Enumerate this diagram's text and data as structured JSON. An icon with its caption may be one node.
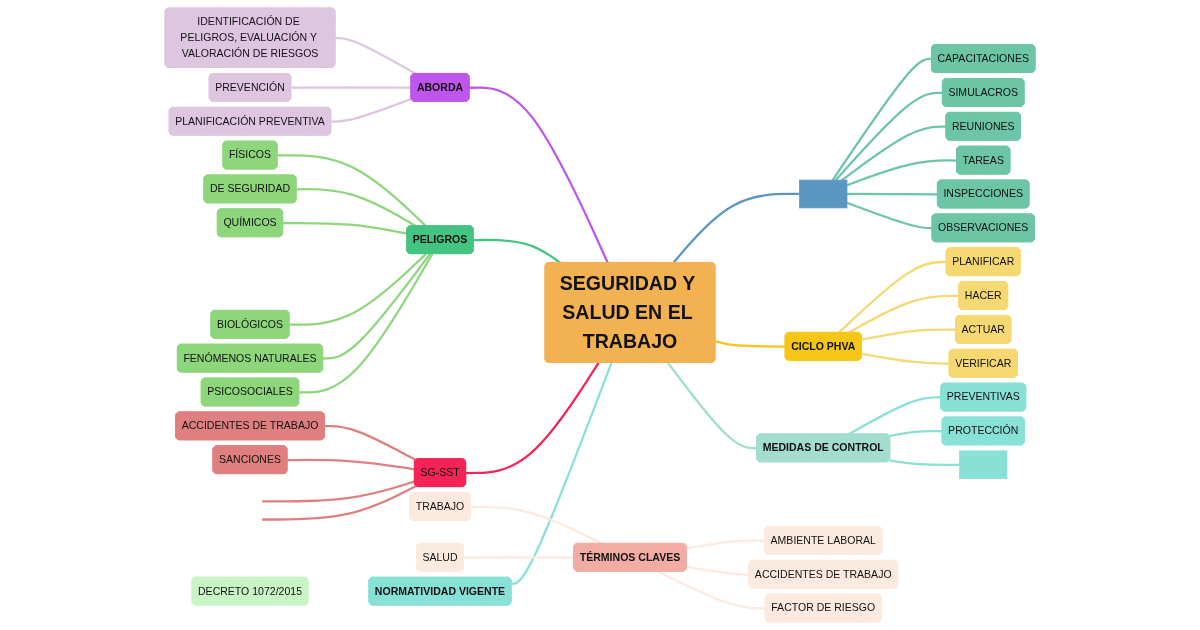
{
  "diagram": {
    "nodes": [
      {
        "text": [],
        "shape": "box"
      },
      {
        "text": [
          "IDENTIFICACIÓN DE PELIGROS, EVALUACIÓN Y VALORACIÓN DE RIESGOS"
        ]
      },
      {
        "text": [
          "CAPACITACIONES"
        ]
      },
      {
        "text": [
          "SIMULACROS"
        ]
      },
      {
        "text": [
          "REUNIONES"
        ]
      },
      {
        "text": [
          "PREVENCIÓN"
        ]
      },
      {
        "text": [
          "TAREAS"
        ]
      },
      {
        "text": [
          "NORMATIVIDAD VIGENTE"
        ]
      },
      {
        "text": [
          "ABORDA"
        ]
      },
      {
        "text": [
          "DECRETO 1072/2015"
        ]
      },
      {
        "text": [
          "INSPECCIONES"
        ]
      },
      {
        "text": [
          "OBSERVACIONES"
        ]
      },
      {
        "text": [
          "PLANIFICACIÓN PREVENTIVA"
        ]
      },
      {
        "text": [
          "PELIGROS"
        ]
      },
      {
        "text": [
          "CICLO PHVA"
        ]
      },
      {
        "text": [
          "SEGURIDAD Y SALUD EN EL TRABAJO"
        ]
      },
      {
        "text": [
          "FÍSICOS"
        ]
      },
      {
        "text": [
          "DE SEGURIDAD"
        ]
      },
      {
        "text": [
          "QUÍMICOS"
        ]
      },
      {
        "text": [
          "BIOLÓGICOS"
        ]
      },
      {
        "text": [
          "PLANIFICAR"
        ]
      },
      {
        "text": [
          "TÉRMINOS CLAVES"
        ]
      },
      {
        "text": [
          "HACER"
        ]
      },
      {
        "text": [
          "AMBIENTE LABORAL"
        ]
      },
      {
        "text": [
          "TRABAJO"
        ]
      },
      {
        "text": [
          "FENÓMENOS NATURALES"
        ]
      },
      {
        "text": [
          "PSICOSOCIALES"
        ]
      },
      {
        "text": [
          "SALUD"
        ]
      },
      {
        "text": [
          "ACCIDENTES DE TRABAJO"
        ]
      },
      {
        "text": [
          "ACTUAR"
        ]
      },
      {
        "text": [
          "VERIFICAR"
        ]
      },
      {
        "text": [
          "FACTOR DE RIESGO"
        ]
      },
      {
        "text": [
          "SG-SST"
        ]
      },
      {
        "text": [
          "MEDIDAS DE CONTROL"
        ]
      },
      {
        "text": [
          "SANCIONES"
        ]
      },
      {
        "text": [
          "ACCIDENTES DE TRABAJO"
        ]
      },
      {
        "text": [
          "PREVENTIVAS"
        ]
      },
      {
        "text": [
          "PROTECCIÓN"
        ]
      },
      {
        "text": [],
        "shape": "box"
      }
    ],
    "edges": [
      {
        "from": 15,
        "to": 0,
        "arrow": "none",
        "color": "#5b96c0"
      },
      {
        "from": 15,
        "to": 8,
        "arrow": "none",
        "color": "#bf55ec"
      },
      {
        "from": 15,
        "to": 7,
        "arrow": "none",
        "color": "#88e1d7"
      },
      {
        "from": 15,
        "to": 13,
        "arrow": "none",
        "color": "#44c483"
      },
      {
        "from": 15,
        "to": 14,
        "arrow": "none",
        "color": "#f5c518"
      },
      {
        "from": 15,
        "to": 32,
        "arrow": "none",
        "color": "#f52356"
      },
      {
        "from": 15,
        "to": 33,
        "arrow": "none",
        "color": "#a2ddd0"
      },
      {
        "from": 0,
        "to": 2,
        "arrow": "none",
        "color": "#6cc5a4"
      },
      {
        "from": 0,
        "to": 3,
        "arrow": "none",
        "color": "#6cc5a4"
      },
      {
        "from": 0,
        "to": 4,
        "arrow": "none",
        "color": "#6cc5a4"
      },
      {
        "from": 0,
        "to": 6,
        "arrow": "none",
        "color": "#6cc5a4"
      },
      {
        "from": 0,
        "to": 10,
        "arrow": "none",
        "color": "#6cc5a4"
      },
      {
        "from": 0,
        "to": 11,
        "arrow": "none",
        "color": "#6cc5a4"
      },
      {
        "from": 8,
        "to": 1,
        "arrow": "none",
        "color": "#dfc6e0"
      },
      {
        "from": 8,
        "to": 5,
        "arrow": "none",
        "color": "#dfc6e0"
      },
      {
        "from": 8,
        "to": 12,
        "arrow": "none",
        "color": "#dfc6e0"
      },
      {
        "from": 13,
        "to": 16,
        "arrow": "none",
        "color": "#8dd67b"
      },
      {
        "from": 13,
        "to": 17,
        "arrow": "none",
        "color": "#8dd67b"
      },
      {
        "from": 13,
        "to": 18,
        "arrow": "none",
        "color": "#8dd67b"
      },
      {
        "from": 13,
        "to": 19,
        "arrow": "none",
        "color": "#8dd67b"
      },
      {
        "from": 13,
        "to": 25,
        "arrow": "none",
        "color": "#8dd67b"
      },
      {
        "from": 13,
        "to": 26,
        "arrow": "none",
        "color": "#8dd67b"
      },
      {
        "from": 14,
        "to": 20,
        "arrow": "none",
        "color": "#f5d872"
      },
      {
        "from": 14,
        "to": 22,
        "arrow": "none",
        "color": "#f5d872"
      },
      {
        "from": 14,
        "to": 29,
        "arrow": "none",
        "color": "#f5d872"
      },
      {
        "from": 14,
        "to": 30,
        "arrow": "none",
        "color": "#f5d872"
      },
      {
        "from": 21,
        "to": 24,
        "arrow": "none",
        "color": "#fdeade"
      },
      {
        "from": 21,
        "to": 27,
        "arrow": "none",
        "color": "#fdeade"
      },
      {
        "from": 21,
        "to": 23,
        "arrow": "none",
        "color": "#fdeade"
      },
      {
        "from": 21,
        "to": 28,
        "arrow": "none",
        "color": "#fdeade"
      },
      {
        "from": 21,
        "to": 31,
        "arrow": "none",
        "color": "#fdeade"
      },
      {
        "from": 32,
        "to": 35,
        "arrow": "none",
        "color": "#e07f7f"
      },
      {
        "from": 32,
        "to": 34,
        "arrow": "none",
        "color": "#e07f7f"
      },
      {
        "from": 32,
        "to": null,
        "arrow": "none",
        "color": "#e07f7f"
      },
      {
        "from": 32,
        "to": null,
        "arrow": "none",
        "color": "#e07f7f"
      },
      {
        "from": 33,
        "to": 36,
        "arrow": "none",
        "color": "#88e1d7"
      },
      {
        "from": 33,
        "to": 37,
        "arrow": "none",
        "color": "#88e1d7"
      },
      {
        "from": 33,
        "to": 38,
        "arrow": "none",
        "color": "#88e1d7"
      }
    ]
  }
}
